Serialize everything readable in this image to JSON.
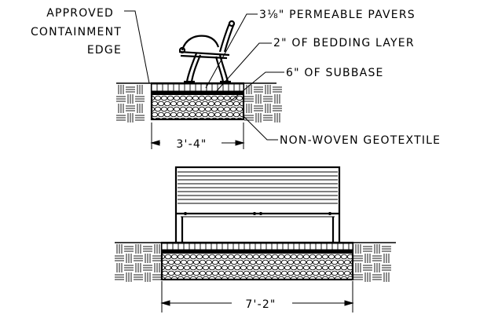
{
  "detail_plan": {
    "labels": {
      "containment_edge": [
        "APPROVED",
        "CONTAINMENT",
        "EDGE"
      ],
      "pavers": "3⅛\" PERMEABLE PAVERS",
      "bedding": "2\" OF BEDDING LAYER",
      "subbase": "6\" OF SUBBASE",
      "geotextile": "NON-WOVEN GEOTEXTILE"
    },
    "dimension": "3'-4\""
  },
  "detail_elevation": {
    "dimension": "7'-2\""
  }
}
